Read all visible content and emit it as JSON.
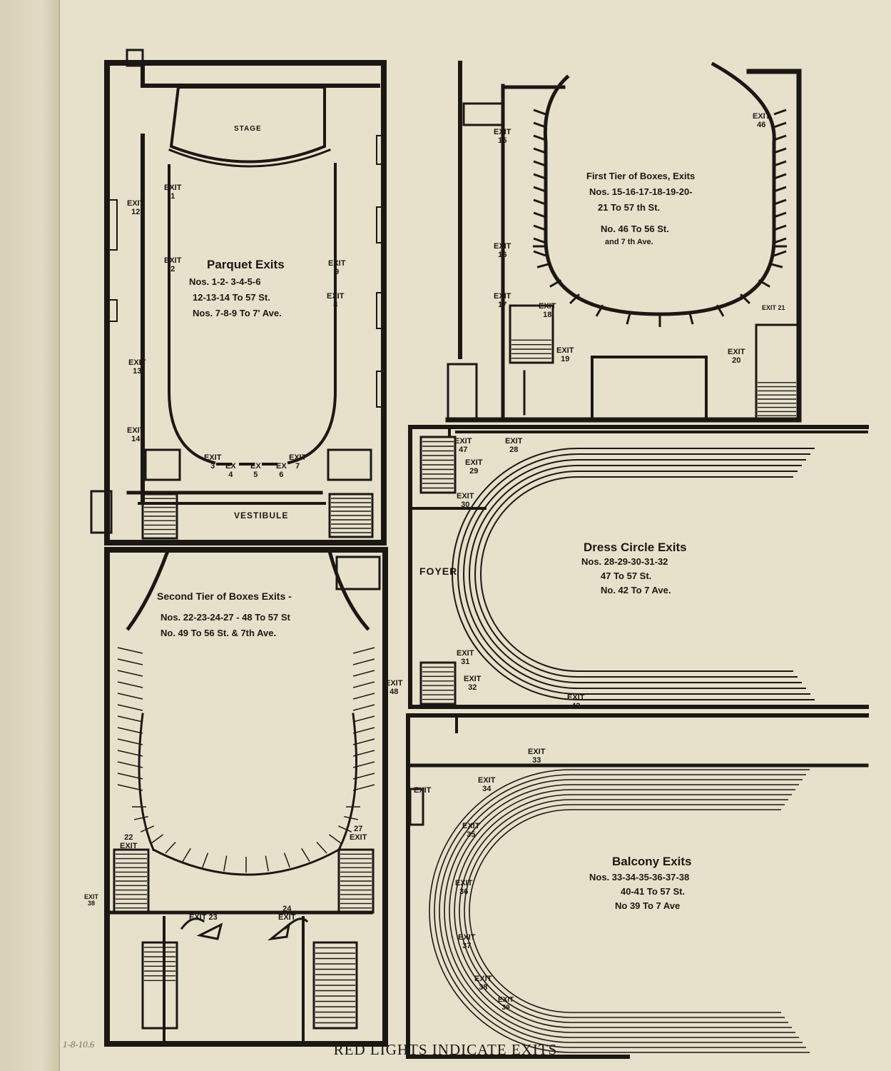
{
  "caption": "RED LIGHTS INDICATE EXITS",
  "margin_note": "1-8-10.6",
  "colors": {
    "paper": "#e7e0cb",
    "ink": "#1b1814",
    "gutter": "#d8d0b8"
  },
  "parquet": {
    "title": "Parquet Exits",
    "lines": [
      "Nos. 1-2- 3-4-5-6",
      "12-13-14 To 57 St.",
      "Nos. 7-8-9 To 7' Ave."
    ],
    "stage": "STAGE",
    "vestibule": "VESTIBULE",
    "exits": {
      "e1": "EXIT\n1",
      "e2": "EXIT\n2",
      "e3": "EXIT\n3",
      "e4": "EX\n4",
      "e5": "EX\n5",
      "e6": "EX\n6",
      "e7": "EXIT\n7",
      "e8": "EXIT\n8",
      "e9": "EXIT\n9",
      "e12": "EXIT\n12",
      "e13": "EXIT\n13",
      "e14": "EXIT\n14"
    }
  },
  "first_tier": {
    "title": "First Tier of Boxes, Exits",
    "lines": [
      "Nos. 15-16-17-18-19-20-",
      "21 To 57 th St.",
      "No. 46 To 56 St.",
      "and 7 th Ave."
    ],
    "exits": {
      "e15": "EXIT\n15",
      "e16": "EXIT\n16",
      "e17": "EXIT\n17",
      "e18": "EXIT\n18",
      "e19": "EXIT\n19",
      "e20": "EXIT\n20",
      "e21": "EXIT 21",
      "e46": "EXIT\n46"
    }
  },
  "dress_circle": {
    "title": "Dress Circle Exits",
    "lines": [
      "Nos. 28-29-30-31-32",
      "47 To 57 St.",
      "No. 42 To 7 Ave."
    ],
    "foyer": "FOYER",
    "exits": {
      "e28": "EXIT\n28",
      "e29": "EXIT\n29",
      "e30": "EXIT\n30",
      "e31": "EXIT\n31",
      "e32": "EXIT\n32",
      "e42": "EXIT\n42",
      "e47": "EXIT\n47"
    }
  },
  "second_tier": {
    "title": "Second Tier of Boxes  Exits -",
    "lines": [
      "Nos. 22-23-24-27 - 48 To 57 St",
      "No. 49 To 56 St. & 7th Ave."
    ],
    "exits": {
      "e22": "22\nEXIT",
      "e23": "EXIT 23",
      "e24": "24\nEXIT",
      "e27": "27\nEXIT",
      "e48": "EXIT\n48",
      "e38": "EXIT\n38"
    }
  },
  "balcony": {
    "title": "Balcony Exits",
    "lines": [
      "Nos. 33-34-35-36-37-38",
      "40-41 To 57 St.",
      "No 39 To 7 Ave"
    ],
    "exits": {
      "e33": "EXIT\n33",
      "e34": "EXIT\n34",
      "e35": "EXIT\n35",
      "e36": "EXIT\n36",
      "e37": "EXIT\n37",
      "e38": "EXIT\n38",
      "e39": "EXIT\n39",
      "ewall": "EXIT"
    }
  }
}
